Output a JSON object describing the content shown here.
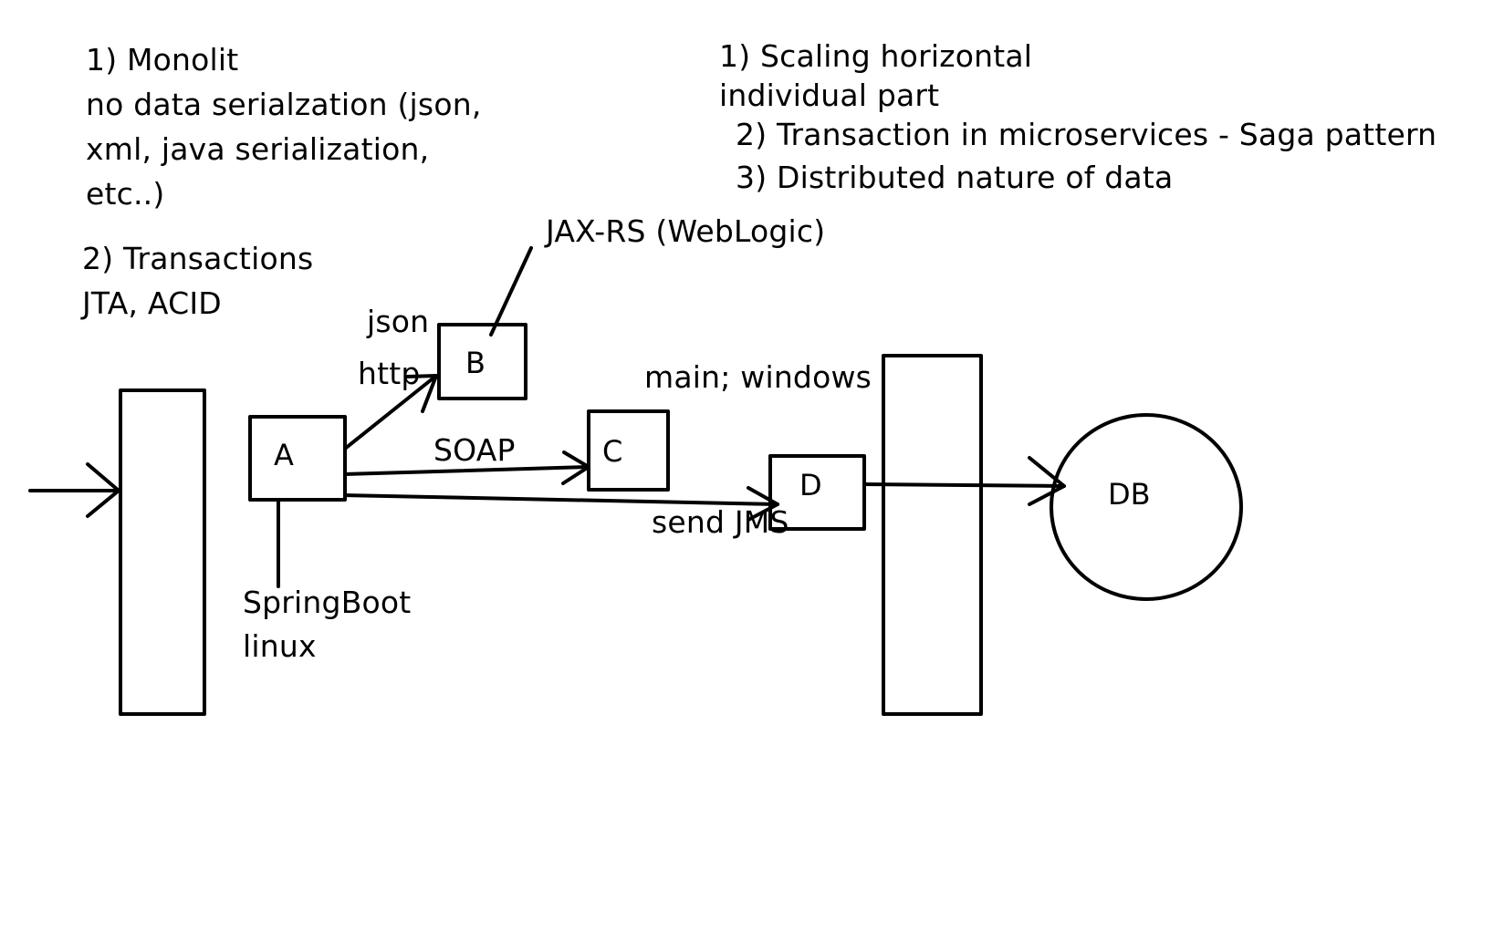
{
  "notes": {
    "monolith": {
      "lines": [
        "1) Monolit",
        "no data serialzation (json,",
        "xml, java serialization,",
        "etc..)"
      ]
    },
    "transactions": {
      "lines": [
        "2) Transactions",
        "JTA, ACID"
      ]
    },
    "microservices": {
      "lines": [
        "1) Scaling horizontal",
        "individual part",
        "2) Transaction in microservices - Saga pattern",
        "3) Distributed nature of data"
      ]
    }
  },
  "nodes": {
    "a": "A",
    "b": "B",
    "c": "C",
    "d": "D",
    "db": "DB"
  },
  "edge_labels": {
    "json": "json",
    "http": "http",
    "soap": "SOAP",
    "send_jms": "send JMS",
    "jax_rs": "JAX-RS (WebLogic)",
    "main_windows": "main; windows",
    "springboot": "SpringBoot",
    "linux": "linux"
  },
  "colors": {
    "stroke": "#000000",
    "background": "#ffffff"
  }
}
